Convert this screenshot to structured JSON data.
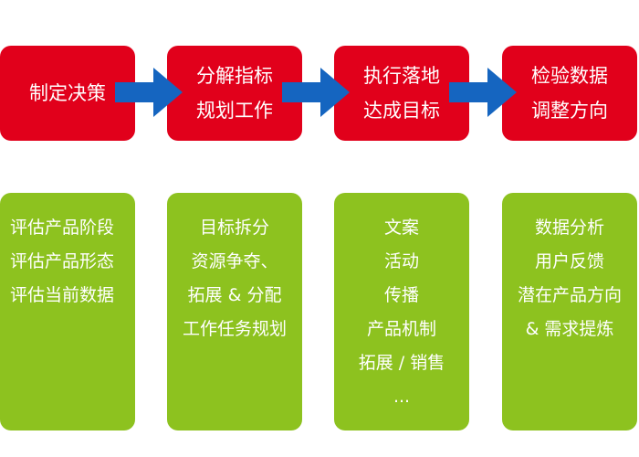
{
  "colors": {
    "step_bg": "#e1001b",
    "detail_bg": "#8dc21f",
    "arrow": "#1565c0",
    "text": "#ffffff"
  },
  "steps": [
    {
      "lines": [
        "制定决策"
      ]
    },
    {
      "lines": [
        "分解指标",
        "规划工作"
      ]
    },
    {
      "lines": [
        "执行落地",
        "达成目标"
      ]
    },
    {
      "lines": [
        "检验数据",
        "调整方向"
      ]
    }
  ],
  "details": [
    {
      "lines": [
        "评估产品阶段",
        "评估产品形态",
        "评估当前数据"
      ]
    },
    {
      "lines": [
        "目标拆分",
        "资源争夺、",
        "拓展 & 分配",
        "工作任务规划"
      ]
    },
    {
      "lines": [
        "文案",
        "活动",
        "传播",
        "产品机制",
        "拓展 / 销售",
        "..."
      ]
    },
    {
      "lines": [
        "数据分析",
        "用户反馈",
        "潜在产品方向",
        "& 需求提炼"
      ]
    }
  ]
}
